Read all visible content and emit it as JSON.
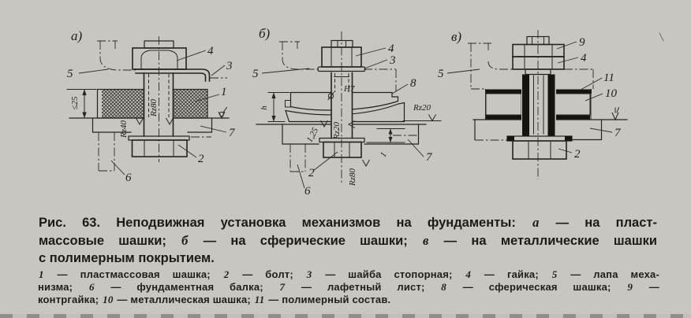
{
  "caption": {
    "line1": [
      "Рис. 63. Неподвижная установка механизмов на фундаменты: ",
      "а",
      " — на пласт-"
    ],
    "line2": [
      "массовые шашки; ",
      "б",
      " — на сферические шашки; ",
      "в",
      " — на металлические шашки"
    ],
    "line3": [
      "с полимерным покрытием."
    ]
  },
  "legend": {
    "line1": [
      "1",
      " — пластмассовая шашка; ",
      "2",
      " — болт; ",
      "3",
      " — шайба стопорная; ",
      "4",
      " — гайка; ",
      "5",
      " — лапа меха-"
    ],
    "line2": [
      "низма; ",
      "6",
      " — фундаментная балка; ",
      "7",
      " — лафетный лист; ",
      "8",
      " — сферическая шашка; ",
      "9",
      " —"
    ],
    "line3": [
      "контргайка; ",
      "10",
      " — металлическая шашка; ",
      "11",
      " — полимерный состав."
    ]
  },
  "diagram_a": {
    "label": "а)",
    "callout_1": "1",
    "callout_2": "2",
    "callout_3": "3",
    "callout_4": "4",
    "callout_5": "5",
    "callout_6": "6",
    "callout_7": "7",
    "dim_thickness": "≤25",
    "rough_bolt": "Rz80",
    "rough_hole": "Rz40"
  },
  "diagram_b": {
    "label": "б)",
    "callout_2": "2",
    "callout_3": "3",
    "callout_4": "4",
    "callout_5": "5",
    "callout_6": "6",
    "callout_7": "7",
    "callout_8": "8",
    "dim_h": "h",
    "fit": "H7",
    "dia_symbol": "ø",
    "rough_sphere": "Rz20",
    "rough_shaft": "Rz20",
    "rough_seat": "1,25",
    "rough_head": "Rz80",
    "dim_gap": "1"
  },
  "diagram_v": {
    "label": "в)",
    "callout_2": "2",
    "callout_4": "4",
    "callout_5": "5",
    "callout_7": "7",
    "callout_9": "9",
    "callout_10": "10",
    "callout_11": "11"
  }
}
